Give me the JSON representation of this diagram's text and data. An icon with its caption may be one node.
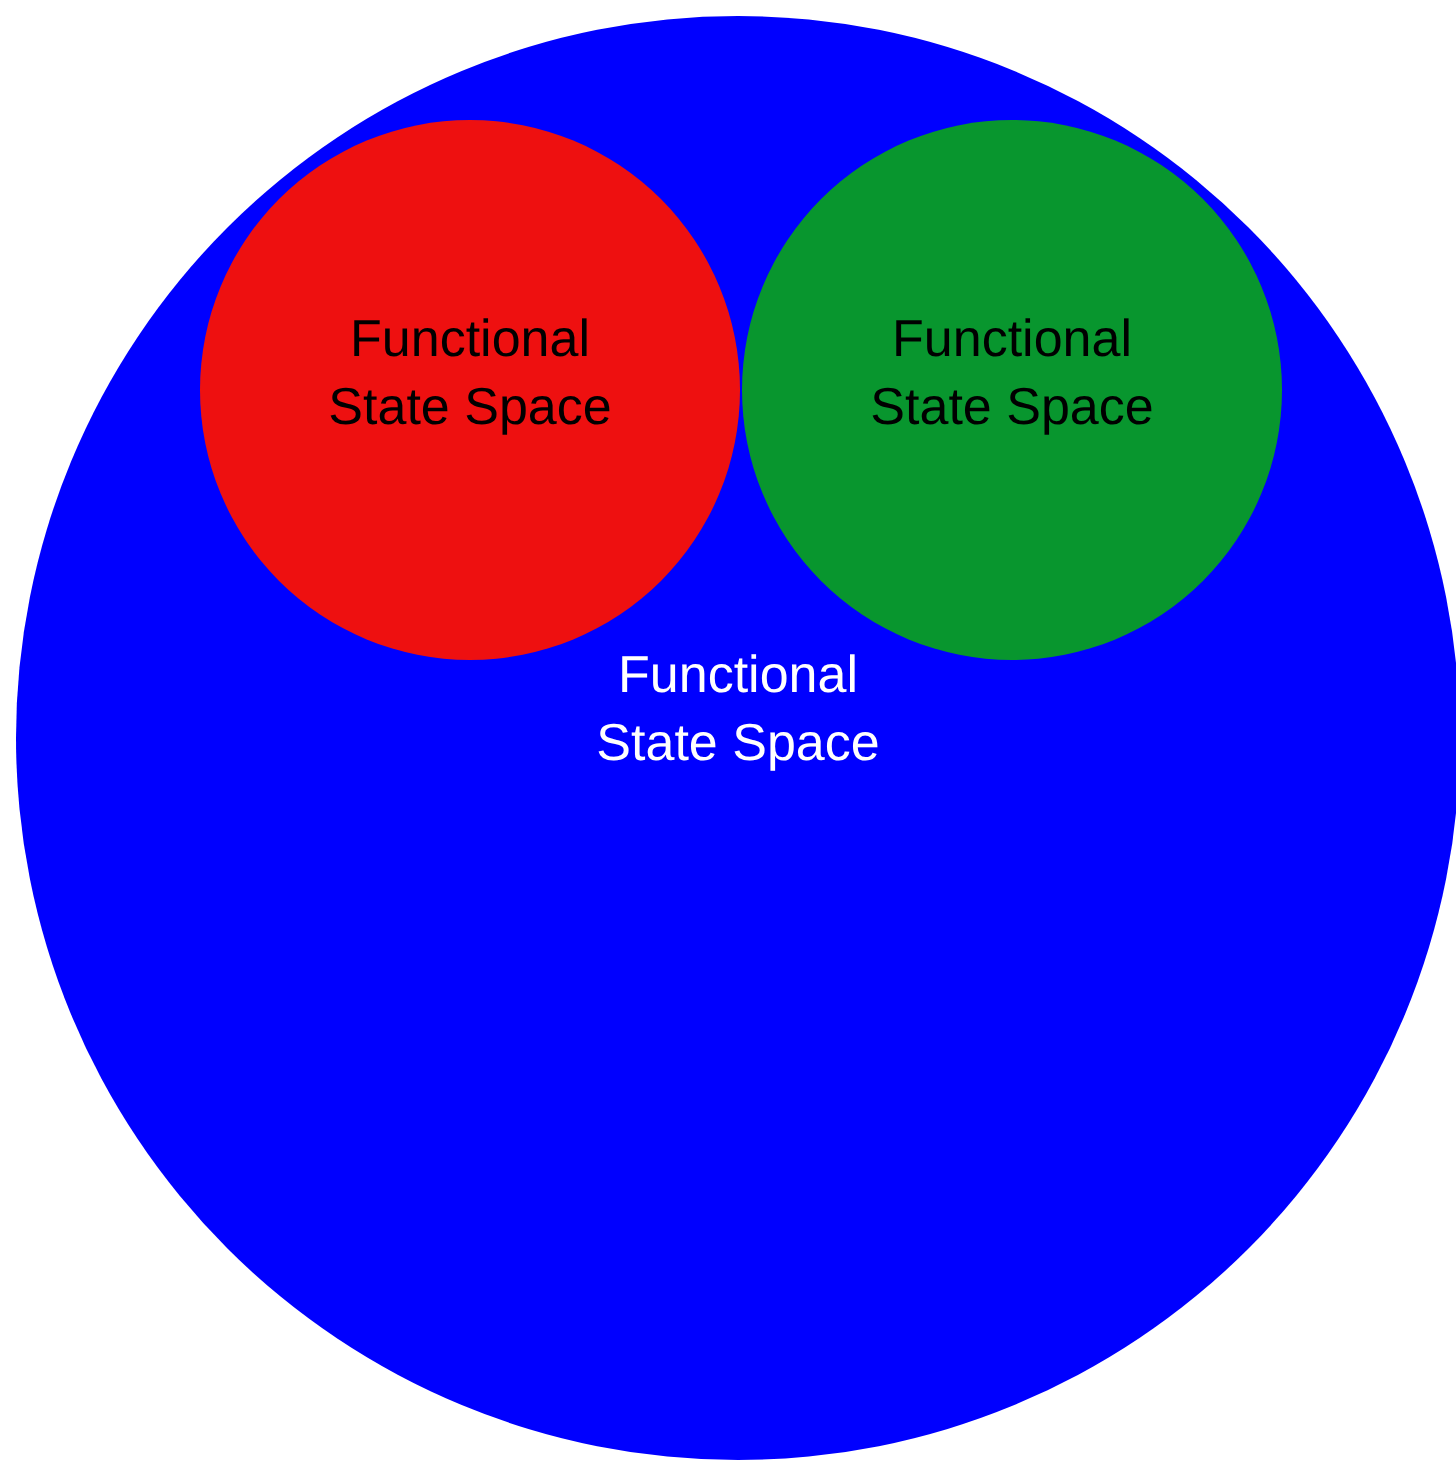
{
  "diagram": {
    "nodes": [
      {
        "text": [
          "Functional State Space"
        ]
      },
      {
        "text": [
          "Functional State Space"
        ],
        "in": 0
      },
      {
        "text": [
          "Functional State Space"
        ],
        "in": 0
      }
    ]
  }
}
